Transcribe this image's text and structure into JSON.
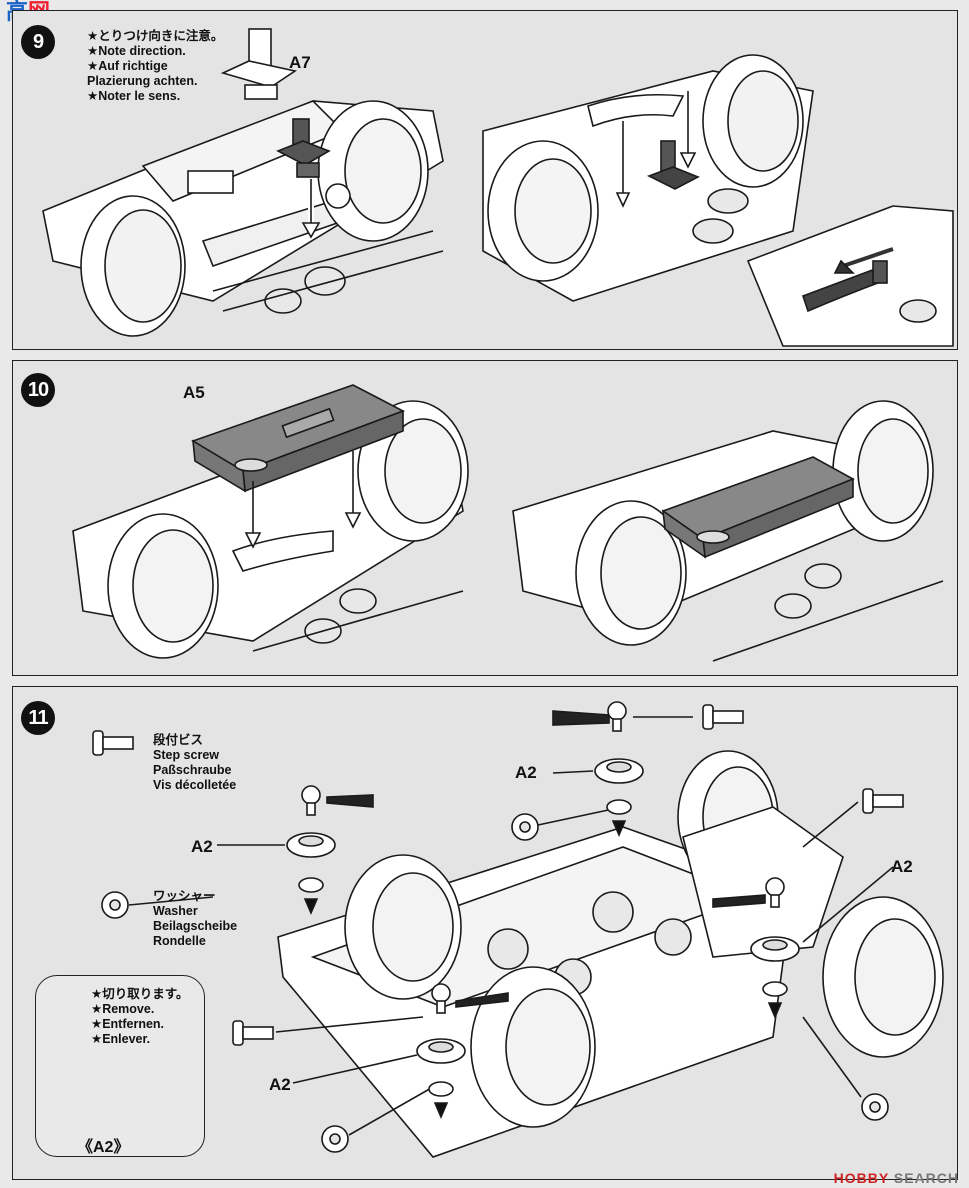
{
  "watermark_top": {
    "chars": "高",
    "accent": "网"
  },
  "footer_logo": {
    "brand": "HOBBY",
    "word": "SEARCH"
  },
  "step9": {
    "number": "9",
    "notes": [
      "★とりつけ向きに注意。",
      "★Note direction.",
      "★Auf richtige",
      "Plazierung achten.",
      "★Noter le sens."
    ],
    "part_label": "A7"
  },
  "step10": {
    "number": "10",
    "part_label": "A5"
  },
  "step11": {
    "number": "11",
    "step_screw_labels": [
      "段付ビス",
      "Step screw",
      "Paßschraube",
      "Vis décolletée"
    ],
    "washer_labels": [
      "ワッシャー",
      "Washer",
      "Beilagscheibe",
      "Rondelle"
    ],
    "remove_labels": [
      "★切り取ります。",
      "★Remove.",
      "★Entfernen.",
      "★Enlever."
    ],
    "inset_part": "《A2》",
    "a2_labels": [
      "A2",
      "A2",
      "A2",
      "A2"
    ]
  },
  "colors": {
    "part_dark": "#5a5a5a",
    "line": "#1a1a1a",
    "panel_bg": "#e4e4e4"
  }
}
